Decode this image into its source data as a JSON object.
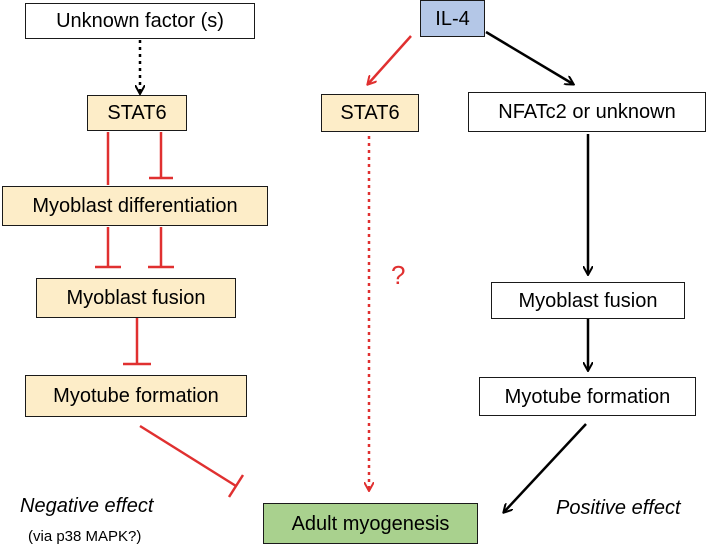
{
  "nodes": {
    "unknown_factor": "Unknown factor (s)",
    "il4": "IL-4",
    "stat6_left": "STAT6",
    "stat6_center": "STAT6",
    "nfatc2": "NFATc2 or unknown",
    "myoblast_diff": "Myoblast differentiation",
    "myoblast_fusion_left": "Myoblast fusion",
    "myotube_left": "Myotube formation",
    "myoblast_fusion_right": "Myoblast fusion",
    "myotube_right": "Myotube formation",
    "adult_myogenesis": "Adult myogenesis"
  },
  "labels": {
    "negative_effect": "Negative effect",
    "via_p38": "(via p38 MAPK?)",
    "positive_effect": "Positive effect",
    "question_mark": "?"
  },
  "colors": {
    "inhibit": "#e03030",
    "activate": "#000000",
    "tan_box": "#fdedc8",
    "blue_box": "#b4c7e7",
    "green_box": "#a9d18e"
  }
}
